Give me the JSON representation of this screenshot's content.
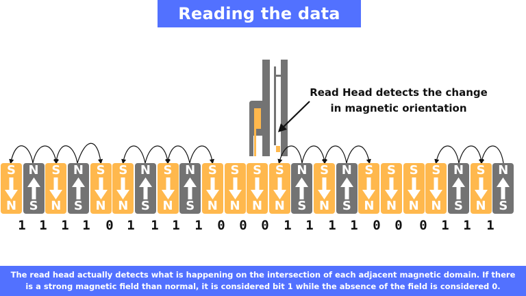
{
  "title": "Reading the data",
  "read_head": {
    "label": "Read Head detects the change in magnetic orientation",
    "colors": {
      "body": "#737373",
      "element": "#ffb84d"
    }
  },
  "colors": {
    "accent": "#5271ff",
    "s_domain": "#ffb84d",
    "n_domain": "#737373",
    "text": "#111111"
  },
  "domains": [
    {
      "top": "S",
      "bottom": "N",
      "arrow": "down"
    },
    {
      "top": "N",
      "bottom": "S",
      "arrow": "up"
    },
    {
      "top": "S",
      "bottom": "N",
      "arrow": "down"
    },
    {
      "top": "N",
      "bottom": "S",
      "arrow": "up"
    },
    {
      "top": "S",
      "bottom": "N",
      "arrow": "down"
    },
    {
      "top": "S",
      "bottom": "N",
      "arrow": "down"
    },
    {
      "top": "N",
      "bottom": "S",
      "arrow": "up"
    },
    {
      "top": "S",
      "bottom": "N",
      "arrow": "down"
    },
    {
      "top": "N",
      "bottom": "S",
      "arrow": "up"
    },
    {
      "top": "S",
      "bottom": "N",
      "arrow": "down"
    },
    {
      "top": "S",
      "bottom": "N",
      "arrow": "down"
    },
    {
      "top": "S",
      "bottom": "N",
      "arrow": "down"
    },
    {
      "top": "S",
      "bottom": "N",
      "arrow": "down"
    },
    {
      "top": "N",
      "bottom": "S",
      "arrow": "up"
    },
    {
      "top": "S",
      "bottom": "N",
      "arrow": "down"
    },
    {
      "top": "N",
      "bottom": "S",
      "arrow": "up"
    },
    {
      "top": "S",
      "bottom": "N",
      "arrow": "down"
    },
    {
      "top": "S",
      "bottom": "N",
      "arrow": "down"
    },
    {
      "top": "S",
      "bottom": "N",
      "arrow": "down"
    },
    {
      "top": "S",
      "bottom": "N",
      "arrow": "down"
    },
    {
      "top": "N",
      "bottom": "S",
      "arrow": "up"
    },
    {
      "top": "S",
      "bottom": "N",
      "arrow": "down"
    },
    {
      "top": "N",
      "bottom": "S",
      "arrow": "up"
    }
  ],
  "bits": [
    "1",
    "1",
    "1",
    "1",
    "0",
    "1",
    "1",
    "1",
    "1",
    "0",
    "0",
    "0",
    "1",
    "1",
    "1",
    "1",
    "0",
    "0",
    "0",
    "1",
    "1",
    "1"
  ],
  "footer": "The read head actually detects what is happening on the intersection of each adjacent magnetic domain. If there is a strong magnetic field than normal, it is considered bit 1 while the absence of the field is considered 0."
}
